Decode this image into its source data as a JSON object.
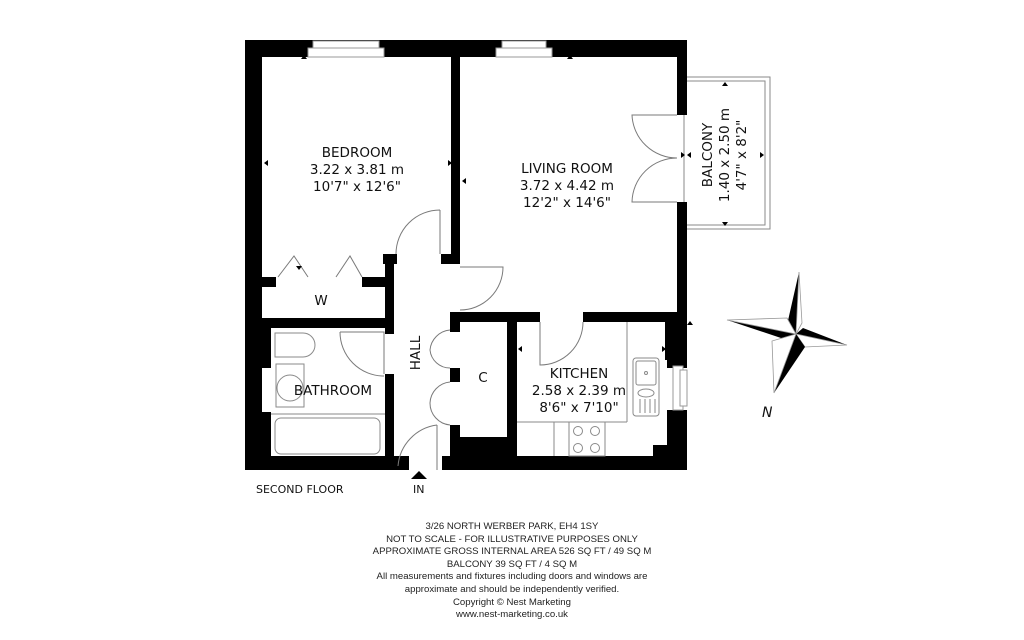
{
  "floor_label": "SECOND FLOOR",
  "entrance_label": "IN",
  "compass": {
    "label": "N"
  },
  "rooms": {
    "bedroom": {
      "name": "BEDROOM",
      "metric": "3.22 x 3.81 m",
      "imperial": "10'7\" x 12'6\""
    },
    "living_room": {
      "name": "LIVING ROOM",
      "metric": "3.72 x 4.42 m",
      "imperial": "12'2\" x 14'6\""
    },
    "balcony": {
      "name": "BALCONY",
      "metric": "1.40 x 2.50 m",
      "imperial": "4'7\" x 8'2\""
    },
    "kitchen": {
      "name": "KITCHEN",
      "metric": "2.58 x 2.39 m",
      "imperial": "8'6\" x 7'10\""
    },
    "bathroom": {
      "name": "BATHROOM"
    },
    "hall": {
      "name": "HALL"
    },
    "wardrobe": {
      "name": "W"
    },
    "cupboard": {
      "name": "C"
    }
  },
  "footer": {
    "address": "3/26 NORTH WERBER PARK, EH4 1SY",
    "scale_note": "NOT TO SCALE - FOR ILLUSTRATIVE PURPOSES ONLY",
    "gross_area": "APPROXIMATE GROSS INTERNAL AREA 526 SQ FT / 49 SQ M",
    "balcony_area": "BALCONY 39 SQ FT / 4 SQ M",
    "disclaimer_1": "All measurements and fixtures including doors and windows are",
    "disclaimer_2": "approximate and should be independently verified.",
    "copyright": "Copyright © Nest Marketing",
    "website": "www.nest-marketing.co.uk"
  }
}
